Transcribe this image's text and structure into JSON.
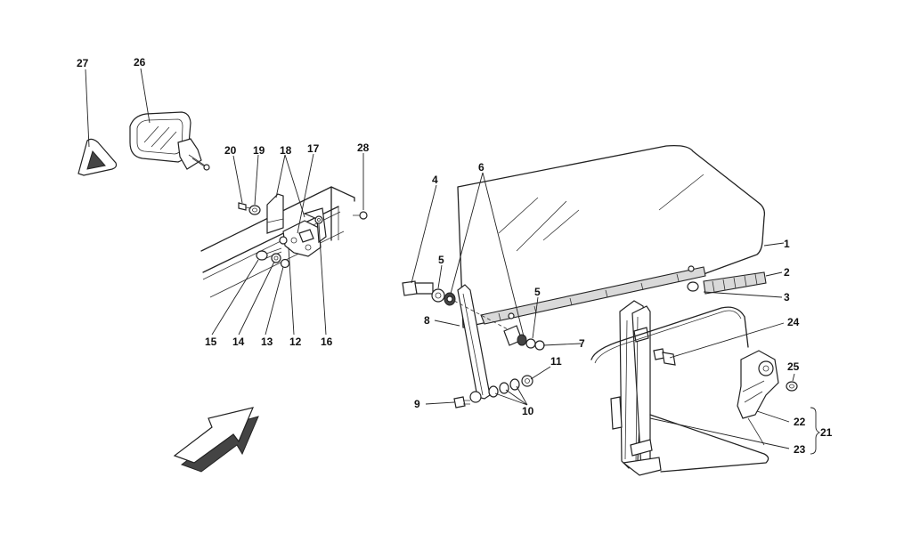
{
  "callouts": [
    "1",
    "2",
    "3",
    "4",
    "5",
    "5",
    "6",
    "7",
    "8",
    "9",
    "10",
    "11",
    "12",
    "13",
    "14",
    "15",
    "16",
    "17",
    "18",
    "19",
    "20",
    "21",
    "22",
    "23",
    "24",
    "25",
    "26",
    "27",
    "28"
  ]
}
